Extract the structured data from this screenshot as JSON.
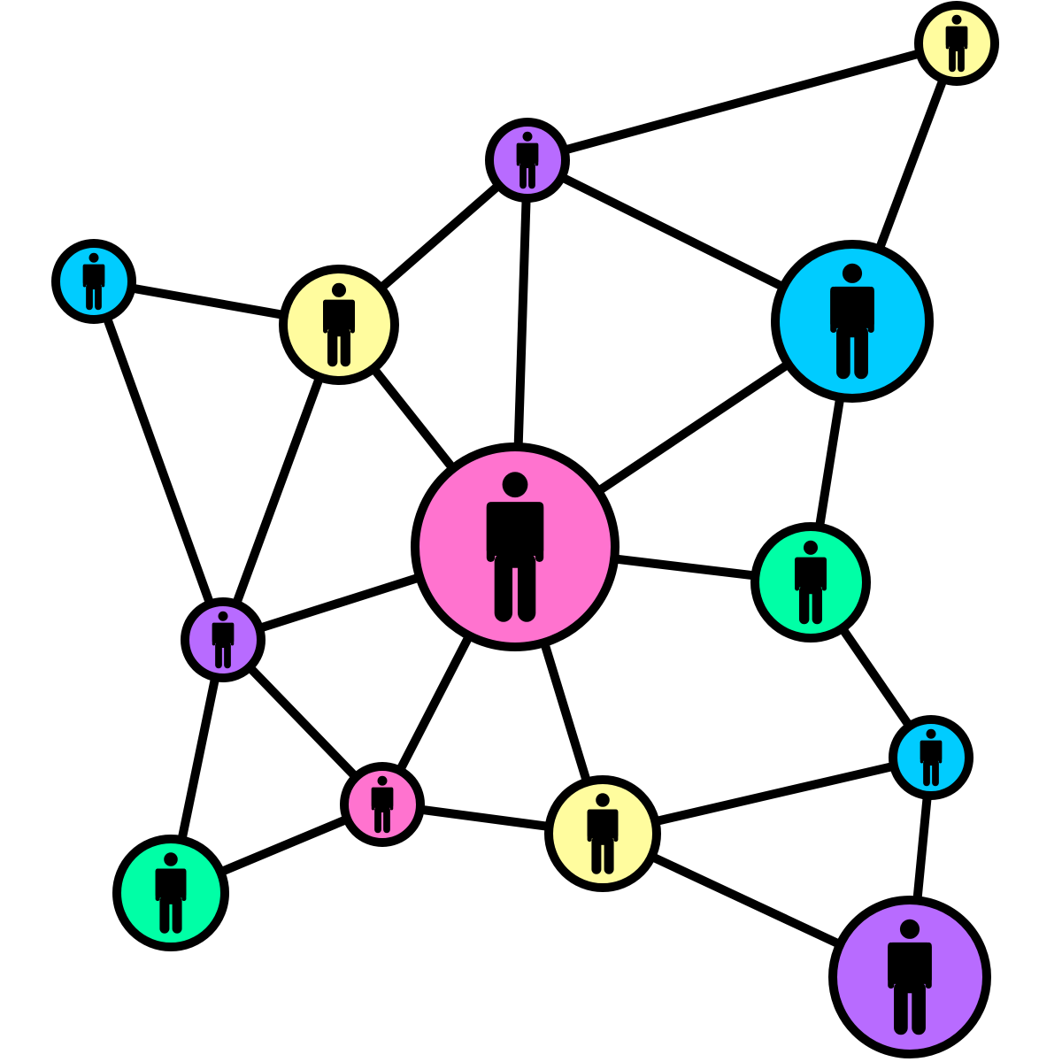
{
  "diagram": {
    "type": "social-network",
    "colors": {
      "pink": "#ff73cf",
      "purple": "#b86bff",
      "yellow": "#fffc9e",
      "cyan": "#00ccff",
      "green": "#00ffa6",
      "stroke": "#000000"
    },
    "nodes": [
      {
        "id": "n1",
        "color": "pink",
        "icon": "person-icon"
      },
      {
        "id": "n2",
        "color": "purple",
        "icon": "person-icon"
      },
      {
        "id": "n3",
        "color": "yellow",
        "icon": "person-icon"
      },
      {
        "id": "n4",
        "color": "cyan",
        "icon": "person-icon"
      },
      {
        "id": "n5",
        "color": "yellow",
        "icon": "person-icon"
      },
      {
        "id": "n6",
        "color": "cyan",
        "icon": "person-icon"
      },
      {
        "id": "n7",
        "color": "green",
        "icon": "person-icon"
      },
      {
        "id": "n8",
        "color": "purple",
        "icon": "person-icon"
      },
      {
        "id": "n9",
        "color": "pink",
        "icon": "person-icon"
      },
      {
        "id": "n10",
        "color": "yellow",
        "icon": "person-icon"
      },
      {
        "id": "n11",
        "color": "cyan",
        "icon": "person-icon"
      },
      {
        "id": "n12",
        "color": "green",
        "icon": "person-icon"
      },
      {
        "id": "n13",
        "color": "purple",
        "icon": "person-icon"
      }
    ],
    "edges": [
      [
        "n2",
        "n3"
      ],
      [
        "n2",
        "n5"
      ],
      [
        "n2",
        "n1"
      ],
      [
        "n2",
        "n6"
      ],
      [
        "n3",
        "n6"
      ],
      [
        "n4",
        "n5"
      ],
      [
        "n4",
        "n8"
      ],
      [
        "n5",
        "n1"
      ],
      [
        "n5",
        "n8"
      ],
      [
        "n6",
        "n1"
      ],
      [
        "n6",
        "n7"
      ],
      [
        "n1",
        "n7"
      ],
      [
        "n1",
        "n8"
      ],
      [
        "n1",
        "n9"
      ],
      [
        "n1",
        "n10"
      ],
      [
        "n7",
        "n11"
      ],
      [
        "n8",
        "n9"
      ],
      [
        "n8",
        "n12"
      ],
      [
        "n9",
        "n12"
      ],
      [
        "n9",
        "n10"
      ],
      [
        "n10",
        "n11"
      ],
      [
        "n10",
        "n13"
      ],
      [
        "n11",
        "n13"
      ]
    ]
  }
}
